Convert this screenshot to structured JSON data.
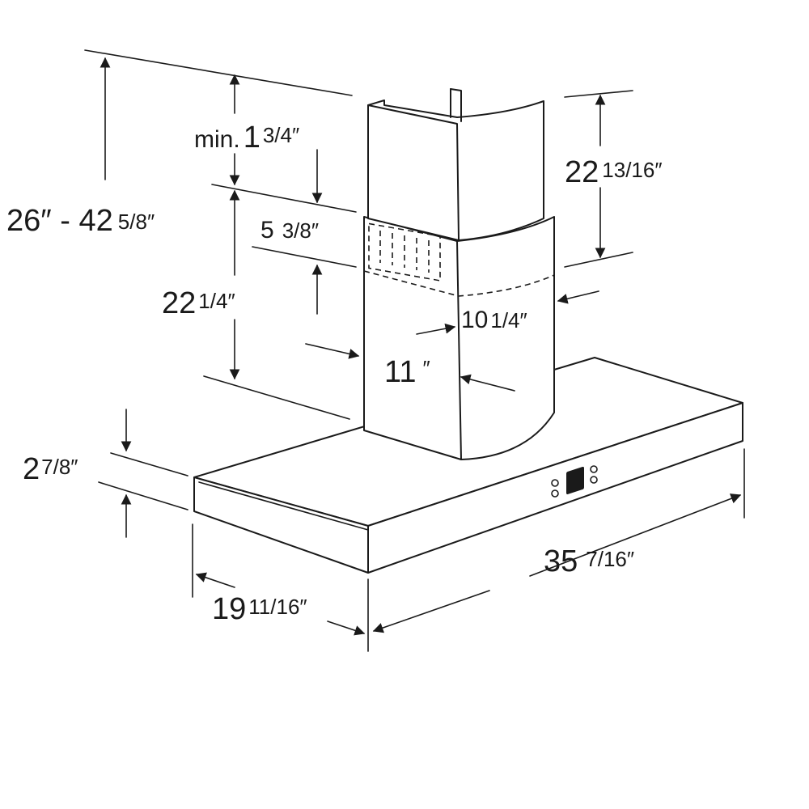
{
  "dimensions": {
    "overall_height": {
      "main": "26",
      "sep": "″ - ",
      "whole2": "42",
      "frac": "5/8",
      "unit": "″"
    },
    "min_clearance": {
      "prefix": "min.",
      "whole": "1",
      "frac": "3/4",
      "unit": "″"
    },
    "upper_chimney_height": {
      "whole": "22",
      "frac": "13/16",
      "unit": "″"
    },
    "overlap": {
      "whole": "5",
      "frac": "3/8",
      "unit": "″"
    },
    "lower_chimney_height": {
      "whole": "22",
      "frac": "1/4",
      "unit": "″"
    },
    "chimney_depth": {
      "whole": "10",
      "frac": "1/4",
      "unit": "″"
    },
    "chimney_width": {
      "whole": "11",
      "unit": "″"
    },
    "canopy_thickness": {
      "whole": "2",
      "frac": "7/8",
      "unit": "″"
    },
    "canopy_depth": {
      "whole": "19",
      "frac": "11/16",
      "unit": "″"
    },
    "canopy_width": {
      "whole": "35",
      "frac": "7/16",
      "unit": "″"
    }
  }
}
